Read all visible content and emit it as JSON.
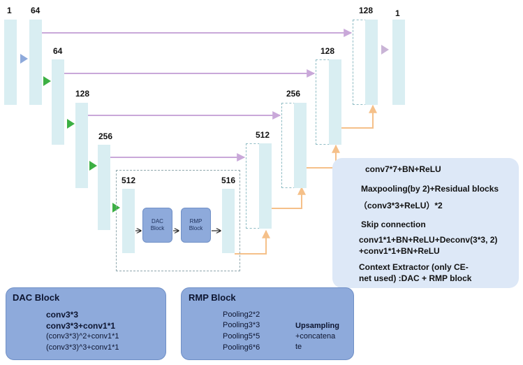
{
  "colors": {
    "encoder_bar": "#d9eef2",
    "decoder_dashed": "#8fbcc4",
    "conv7_arrow": "#8eaadb",
    "maxpool_arrow": "#3cb043",
    "conv3_arrow": "#c9b4d6",
    "skip": "#c9a8d9",
    "decoder_path": "#f5c089",
    "blue_block": "#8eaadb"
  },
  "channel_labels": {
    "in": "1",
    "e1": "64",
    "e2": "64",
    "e3": "128",
    "e4": "256",
    "c1": "512",
    "c2": "516",
    "d4": "512",
    "d3": "256",
    "d2": "128",
    "d1": "128",
    "out": "1"
  },
  "center_blocks": {
    "dac": "DAC Block",
    "rmp": "RMP Block"
  },
  "legend": {
    "conv7": "conv7*7+BN+ReLU",
    "maxpool": "Maxpooling(by 2)+Residual blocks",
    "conv3": "（conv3*3+ReLU）*2",
    "skip": "Skip connection",
    "decoder_line1": "conv1*1+BN+ReLU+Deconv(3*3, 2)",
    "decoder_line2": "+conv1*1+BN+ReLU",
    "context_line1": "Context Extractor (only CE-",
    "context_line2": "net used) :DAC + RMP block"
  },
  "dac_panel": {
    "title": "DAC Block",
    "items": [
      "conv3*3",
      "conv3*3+conv1*1",
      "(conv3*3)^2+conv1*1",
      "(conv3*3)^3+conv1*1"
    ]
  },
  "rmp_panel": {
    "title": "RMP Block",
    "items": [
      "Pooling2*2",
      "Pooling3*3",
      "Pooling5*5",
      "Pooling6*6"
    ],
    "output_lines": [
      "Upsampling",
      "+concatena",
      "te"
    ]
  }
}
